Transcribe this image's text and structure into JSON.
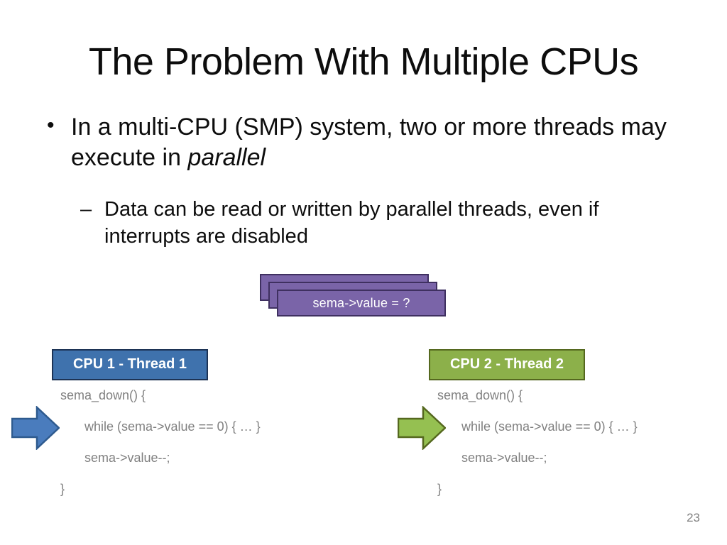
{
  "slide": {
    "title": "The Problem With Multiple CPUs",
    "number": "23",
    "bullets": {
      "level1": {
        "marker": "•",
        "text_before": "In a multi-CPU (SMP) system, two or more threads may execute in ",
        "text_italic": "parallel"
      },
      "level2": {
        "marker": "–",
        "text": "Data can be read or written by parallel threads, even if interrupts are disabled"
      }
    },
    "shared_state": {
      "label": "sema->value = ?",
      "stack_count": 3,
      "fill_color": "#7a64a8",
      "border_color": "#3f3060",
      "text_color": "#ffffff"
    },
    "threads": [
      {
        "id": "cpu1",
        "header": "CPU 1 - Thread 1",
        "accent_fill": "#3f72ad",
        "accent_border": "#1d3355",
        "arrow_fill": "#4a7cbd",
        "arrow_border": "#2e5party",
        "code": [
          "sema_down() {",
          "while (sema->value == 0) { … }",
          "sema->value--;",
          "}"
        ]
      },
      {
        "id": "cpu2",
        "header": "CPU 2 - Thread 2",
        "accent_fill": "#8cb04a",
        "accent_border": "#55681f",
        "arrow_fill": "#95c051",
        "arrow_border": "#55681f",
        "code": [
          "sema_down() {",
          "while (sema->value == 0) { … }",
          "sema->value--;",
          "}"
        ]
      }
    ]
  }
}
